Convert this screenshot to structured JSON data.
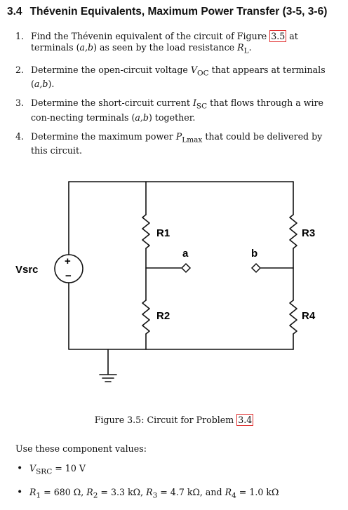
{
  "section": {
    "number": "3.4",
    "title": "Thévenin Equivalents, Maximum Power Transfer (3-5, 3-6)"
  },
  "problems": [
    {
      "n": "1.",
      "a": "Find the Thévenin equivalent of the circuit of Figure ",
      "ref": "3.5",
      "b": " at terminals (",
      "m1": "a,b",
      "c": ") as seen by the load resistance ",
      "m2": "R",
      "sub": "L",
      "d": "."
    },
    {
      "n": "2.",
      "a": "Determine the open-circuit voltage ",
      "m1": "V",
      "sub": "OC",
      "b": " that appears at terminals (",
      "m2": "a,b",
      "c": ")."
    },
    {
      "n": "3.",
      "a": "Determine the short-circuit current ",
      "m1": "I",
      "sub": "SC",
      "b": " that flows through a wire con-necting terminals (",
      "m2": "a,b",
      "c": ") together."
    },
    {
      "n": "4.",
      "a": "Determine the maximum power ",
      "m1": "P",
      "sub": "Lmax",
      "b": " that could be delivered by this circuit."
    }
  ],
  "circuit": {
    "source_label": "Vsrc",
    "plus": "+",
    "minus": "−",
    "r1": "R1",
    "r2": "R2",
    "r3": "R3",
    "r4": "R4",
    "term_a": "a",
    "term_b": "b"
  },
  "caption": {
    "text": "Figure 3.5: Circuit for Problem ",
    "ref": "3.4"
  },
  "values": {
    "intro": "Use these component values:",
    "v_src": "V_SRC = 10 V",
    "resistors": "R1 = 680 Ω, R2 = 3.3 kΩ, R3 = 4.7 kΩ, and R4 = 1.0 kΩ",
    "v_sym": "V",
    "v_sub": "SRC",
    "v_val": " = 10 V",
    "r1_sym": "R",
    "r1_sub": "1",
    "r1_val": " = 680 Ω, ",
    "r2_sym": "R",
    "r2_sub": "2",
    "r2_val": " = 3.3 kΩ, ",
    "r3_sym": "R",
    "r3_sub": "3",
    "r3_val": " = 4.7 kΩ, and ",
    "r4_sym": "R",
    "r4_sub": "4",
    "r4_val": " = 1.0 kΩ"
  }
}
